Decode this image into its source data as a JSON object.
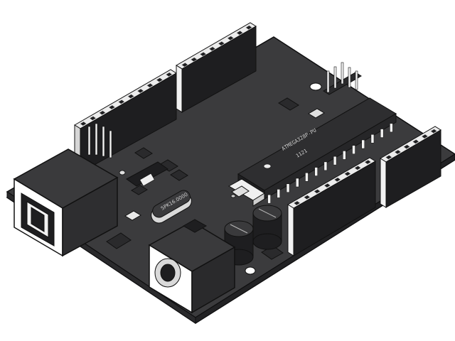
{
  "colors": {
    "background": "#ffffff",
    "board_top": "#3b3b3d",
    "board_edge": "#2a2a2c",
    "header_face": "#ececec",
    "header_dark": "#1e1e20",
    "ic_body": "#2e2e30",
    "pin_light": "#f2f2f2",
    "metal": "#d9d9d9"
  },
  "icons": {
    "usb": "usb-b-connector-icon",
    "power": "dc-barrel-jack-icon"
  },
  "labels": {
    "mcu_part": "ATMEGA328P-PU",
    "mcu_code": "1121",
    "crystal": "SPK16.0000"
  }
}
